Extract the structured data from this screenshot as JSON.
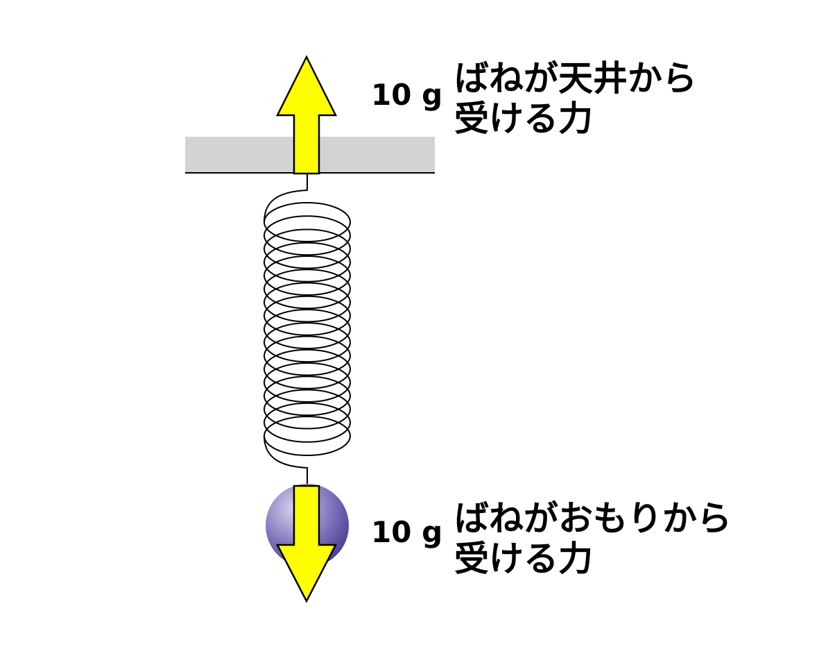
{
  "top_force": {
    "magnitude": "10 g",
    "line1": "ばねが天井から",
    "line2": "受ける力"
  },
  "bottom_force": {
    "magnitude": "10 g",
    "line1": "ばねがおもりから",
    "line2": "受ける力"
  },
  "colors": {
    "arrow": "#ffff00",
    "ceiling": "#d3d3d3",
    "weight": "#5a4fa0"
  },
  "spring": {
    "coils": 17
  }
}
